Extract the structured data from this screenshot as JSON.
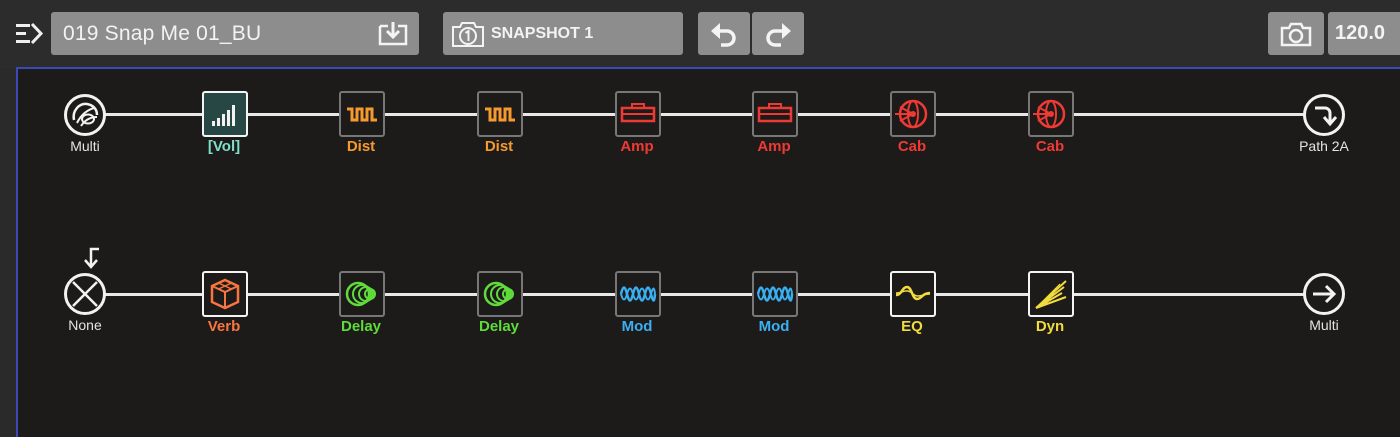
{
  "header": {
    "preset_name": "019  Snap Me 01_BU",
    "snapshot_label": "SNAPSHOT 1",
    "tempo": "120.0"
  },
  "icons": {
    "menu": "menu-arrow-icon",
    "save": "save-icon",
    "snapshot": "snapshot-icon",
    "undo": "undo-icon",
    "redo": "redo-icon",
    "camera": "camera-icon"
  },
  "colors": {
    "dist": "#f59a2f",
    "amp": "#ee3a34",
    "cab": "#ee3a34",
    "vol": "#7fe0c9",
    "verb": "#f7763f",
    "delay": "#5fdc3a",
    "mod": "#3ab0f2",
    "eq": "#f0dc3c",
    "dyn": "#f0dc3c"
  },
  "path_a": {
    "input_label": "Multi",
    "output_label": "Path 2A",
    "blocks": [
      {
        "label": "[Vol]",
        "type": "vol"
      },
      {
        "label": "Dist",
        "type": "dist"
      },
      {
        "label": "Dist",
        "type": "dist"
      },
      {
        "label": "Amp",
        "type": "amp"
      },
      {
        "label": "Amp",
        "type": "amp"
      },
      {
        "label": "Cab",
        "type": "cab"
      },
      {
        "label": "Cab",
        "type": "cab"
      }
    ]
  },
  "path_b": {
    "input_label": "None",
    "output_label": "Multi",
    "blocks": [
      {
        "label": "Verb",
        "type": "verb"
      },
      {
        "label": "Delay",
        "type": "delay"
      },
      {
        "label": "Delay",
        "type": "delay"
      },
      {
        "label": "Mod",
        "type": "mod"
      },
      {
        "label": "Mod",
        "type": "mod"
      },
      {
        "label": "EQ",
        "type": "eq"
      },
      {
        "label": "Dyn",
        "type": "dyn"
      }
    ]
  }
}
